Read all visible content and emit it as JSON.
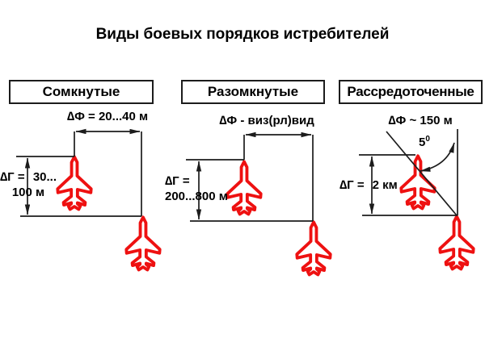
{
  "title": "Виды боевых порядков истребителей",
  "colors": {
    "background": "#ffffff",
    "text": "#000000",
    "line": "#1c1c1c",
    "plane": "#ee1111",
    "plane_fill": "#ffffff"
  },
  "icons": {
    "fighter": "red-fighter-jet-top-view-outline",
    "dimension_arrow": "double-headed-black-arrow"
  },
  "s1": {
    "heading": "Сомкнутые",
    "phi": "∆Ф = 20...40 м",
    "gamma1a": "∆Г =",
    "gamma1b": "30...",
    "gamma2": "100 м"
  },
  "s2": {
    "heading": "Разомкнутые",
    "phi": "∆Ф - виз(рл)вид",
    "gamma1a": "∆Г =",
    "gamma2": "200...800 м"
  },
  "s3": {
    "heading": "Рассредоточенные",
    "phi": "∆Ф ~ 150 м",
    "angle_base": "5",
    "angle_sup": "0",
    "gamma1a": "∆Г =",
    "gamma1b": "2 км"
  }
}
